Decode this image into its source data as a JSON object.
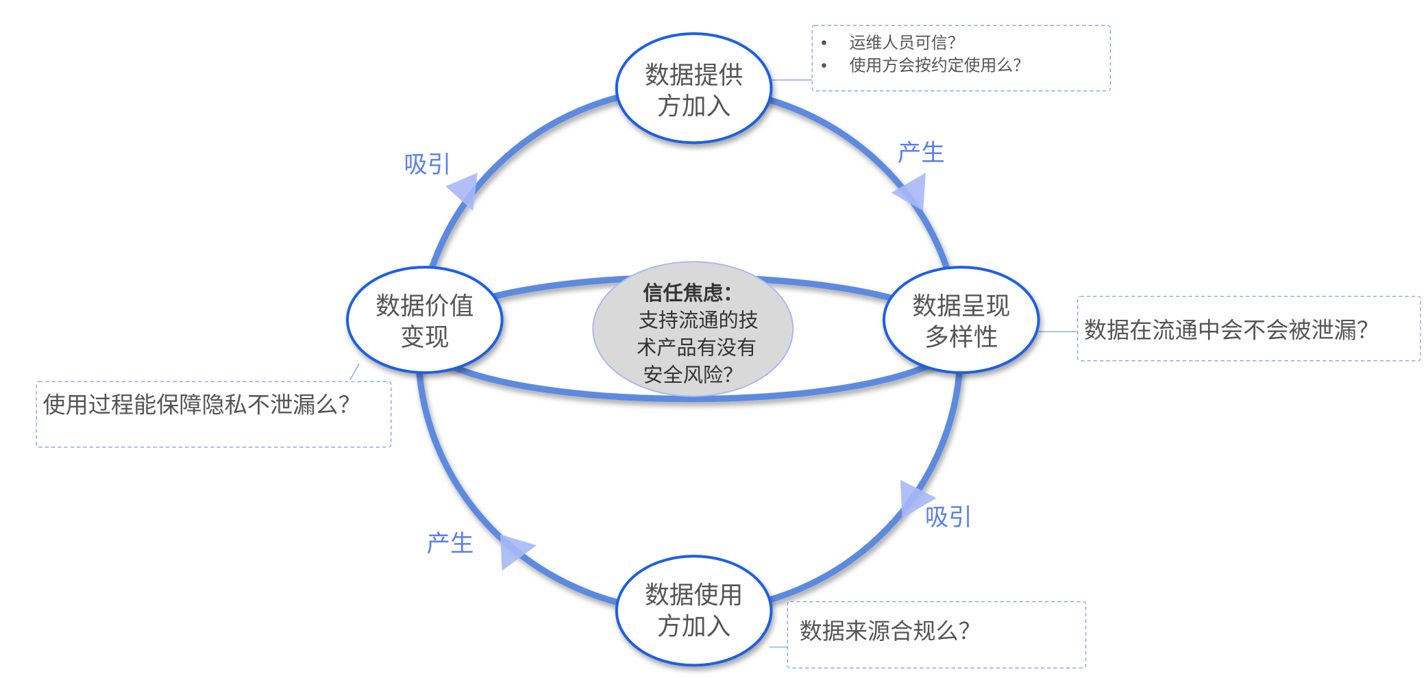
{
  "nodes": {
    "provider": {
      "line1": "数据提供",
      "line2": "方加入"
    },
    "presentation": {
      "line1": "数据呈现",
      "line2": "多样性"
    },
    "consumer": {
      "line1": "数据使用",
      "line2": "方加入"
    },
    "value": {
      "line1": "数据价值",
      "line2": "变现"
    }
  },
  "center": {
    "title": "信任焦虑：",
    "line1": "支持流通的技",
    "line2": "术产品有没有",
    "line3": "安全风险？"
  },
  "flow_labels": {
    "top_left": "吸引",
    "top_right": "产生",
    "bottom_right": "吸引",
    "bottom_left": "产生"
  },
  "notes": {
    "provider": {
      "bullets": [
        "运维人员可信？",
        "使用方会按约定使用么？"
      ]
    },
    "presentation": "数据在流通中会不会被泄漏？",
    "value": "使用过程能保障隐私不泄漏么？",
    "consumer": "数据来源合规么？"
  },
  "colors": {
    "ring": "#5b8ae0",
    "node_border": "#1a5fe8",
    "arrow": "#a7b8f7",
    "label": "#5b7ef0",
    "note_border": "#7fa0f0",
    "center_fill": "#d9d9d9"
  }
}
